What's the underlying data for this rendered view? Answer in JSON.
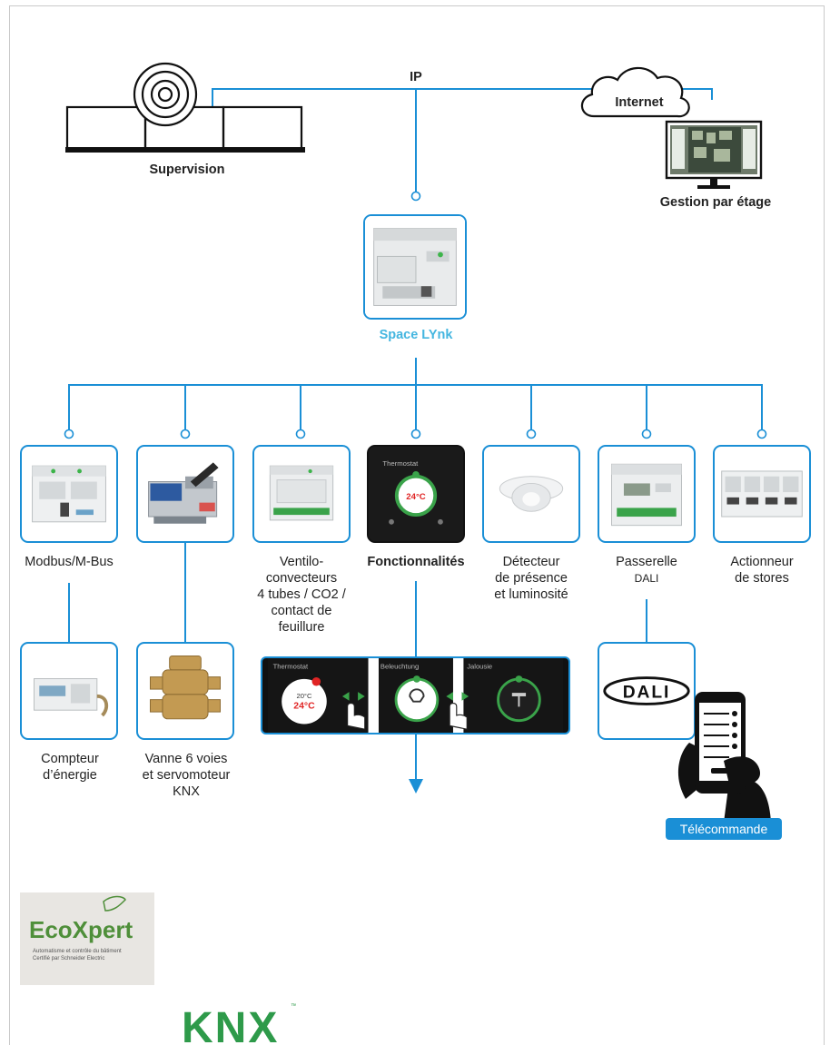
{
  "labels": {
    "ip": "IP",
    "supervision": "Supervision",
    "internet": "Internet",
    "gestion": "Gestion par étage",
    "space_lynk": "Space LYnk",
    "modbus": "Modbus/M-Bus",
    "ventilo": [
      "Ventilo-",
      "convecteurs",
      "4 tubes / CO2 /",
      "contact de",
      "feuillure"
    ],
    "fonctionnalites": "Fonctionnalités",
    "detecteur": [
      "Détecteur",
      "de présence",
      "et luminosité"
    ],
    "passerelle": [
      "Passerelle",
      "DALI"
    ],
    "actionneur": [
      "Actionneur",
      "de stores"
    ],
    "compteur": [
      "Compteur",
      "d’énergie"
    ],
    "vanne": [
      "Vanne 6 voies",
      "et servomoteur",
      "KNX"
    ],
    "telecommande": "Télécommande",
    "dali_logo": "DALI",
    "knx_logo": "KNX",
    "ecoxpert_logo": "EcoXpert",
    "ecoxpert_tagline_1": "Automatisme et contrôle du bâtiment",
    "ecoxpert_tagline_2": "Certifié par Schneider Electric",
    "thermostat_title": "Thermostat",
    "thermostat_set": "20°C",
    "thermostat_temp": "24°C",
    "beleuchtung_title": "Beleuchtung",
    "jalousie_title": "Jalousie"
  },
  "colors": {
    "accent": "#1a8fd6",
    "light_blue": "#44b6e0",
    "knx_green": "#2e9a4a",
    "red": "#e02424",
    "eco_green": "#4f8f3a"
  }
}
